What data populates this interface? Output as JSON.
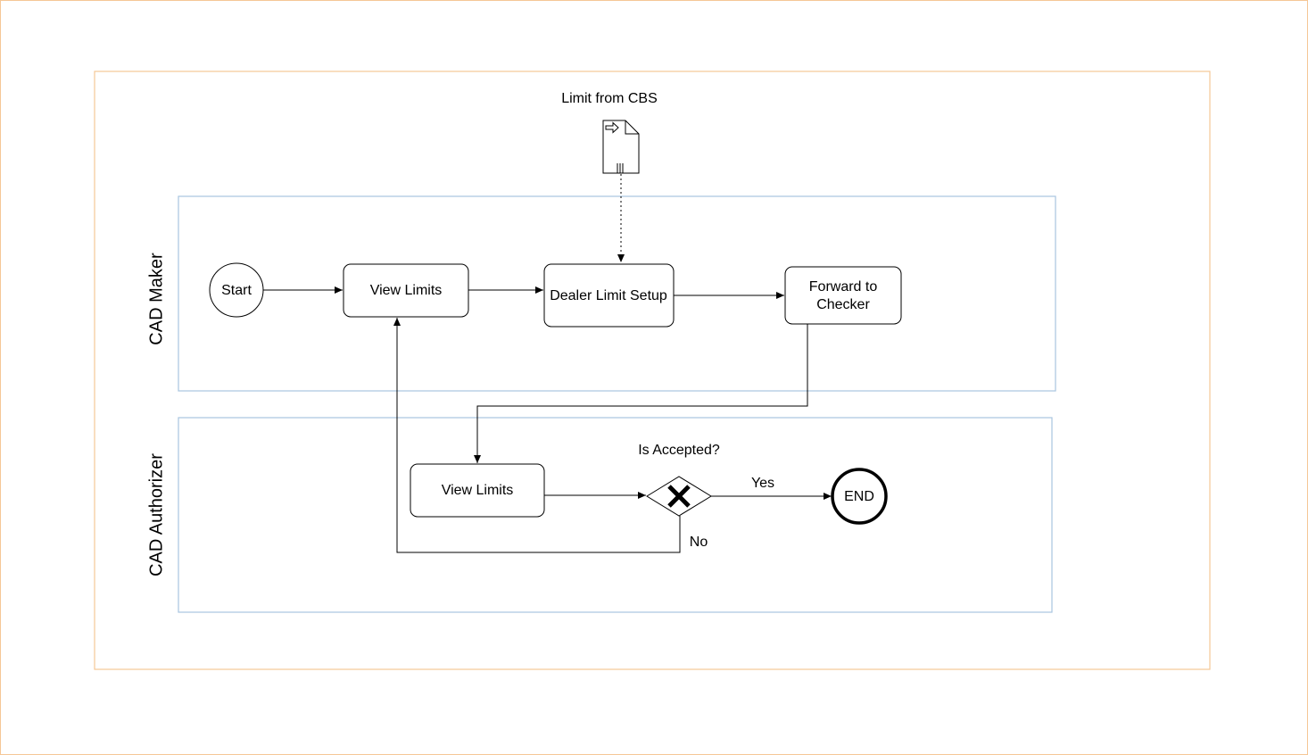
{
  "colors": {
    "outer_border": "#f5c796",
    "lane_border": "#a8c4e0",
    "stroke": "#000000",
    "background": "#ffffff"
  },
  "lanes": {
    "maker": "CAD Maker",
    "authorizer": "CAD Authorizer"
  },
  "data_object": {
    "label": "Limit from CBS",
    "icon": "data-input-document-icon"
  },
  "nodes": {
    "start": "Start",
    "view_limits_maker": "View Limits",
    "dealer_limit_setup": "Dealer Limit Setup",
    "forward_line1": "Forward to",
    "forward_line2": "Checker",
    "view_limits_authorizer": "View Limits",
    "gateway": "Is Accepted?",
    "end": "END"
  },
  "edges": {
    "yes": "Yes",
    "no": "No"
  }
}
